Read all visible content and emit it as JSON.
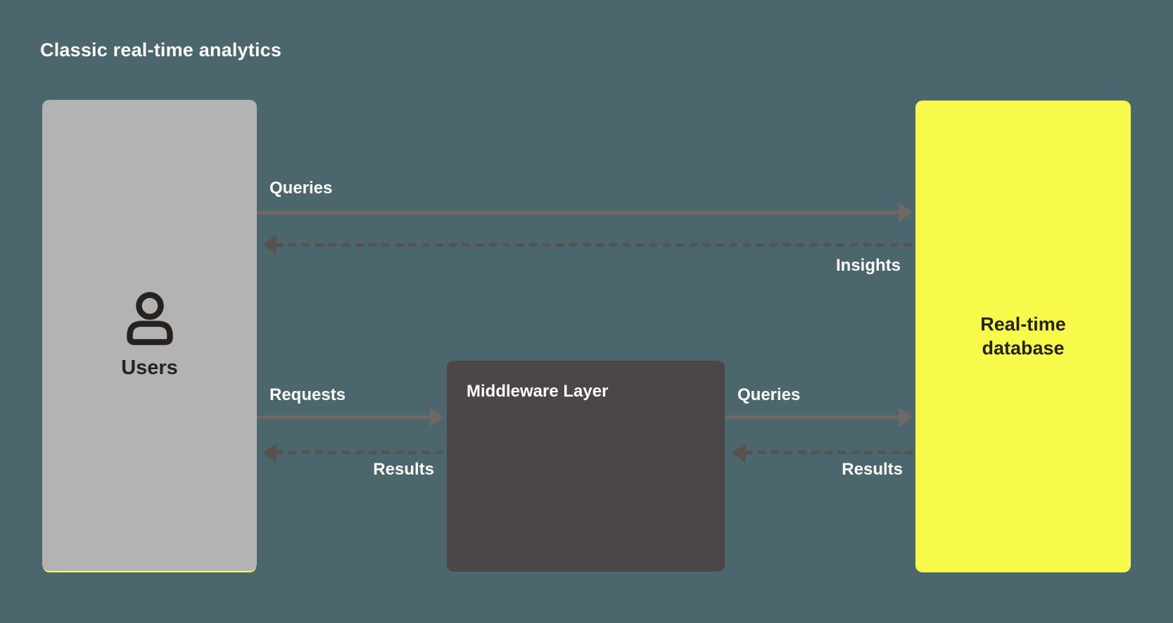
{
  "title": "Classic real-time analytics",
  "colors": {
    "bg": "#4b666c",
    "node-users-bg": "#b3b3b3",
    "node-middleware-bg": "#4a4746",
    "node-database-bg": "#f7fa4a",
    "accent-yellow": "#f7fa4a",
    "arrow-solid": "#6e6a63",
    "arrow-dashed": "#56534e",
    "text-light": "#fcfcfc",
    "text-dark": "#262220"
  },
  "nodes": {
    "users": {
      "label": "Users",
      "icon": "person-icon"
    },
    "middleware": {
      "label": "Middleware Layer"
    },
    "database": {
      "label": "Real-time database"
    }
  },
  "edges": {
    "queries_top": {
      "label": "Queries",
      "from": "users",
      "to": "database",
      "style": "solid"
    },
    "insights": {
      "label": "Insights",
      "from": "database",
      "to": "users",
      "style": "dashed"
    },
    "requests": {
      "label": "Requests",
      "from": "users",
      "to": "middleware",
      "style": "solid"
    },
    "results_left": {
      "label": "Results",
      "from": "middleware",
      "to": "users",
      "style": "dashed"
    },
    "queries_middle": {
      "label": "Queries",
      "from": "middleware",
      "to": "database",
      "style": "solid"
    },
    "results_right": {
      "label": "Results",
      "from": "database",
      "to": "middleware",
      "style": "dashed"
    }
  }
}
